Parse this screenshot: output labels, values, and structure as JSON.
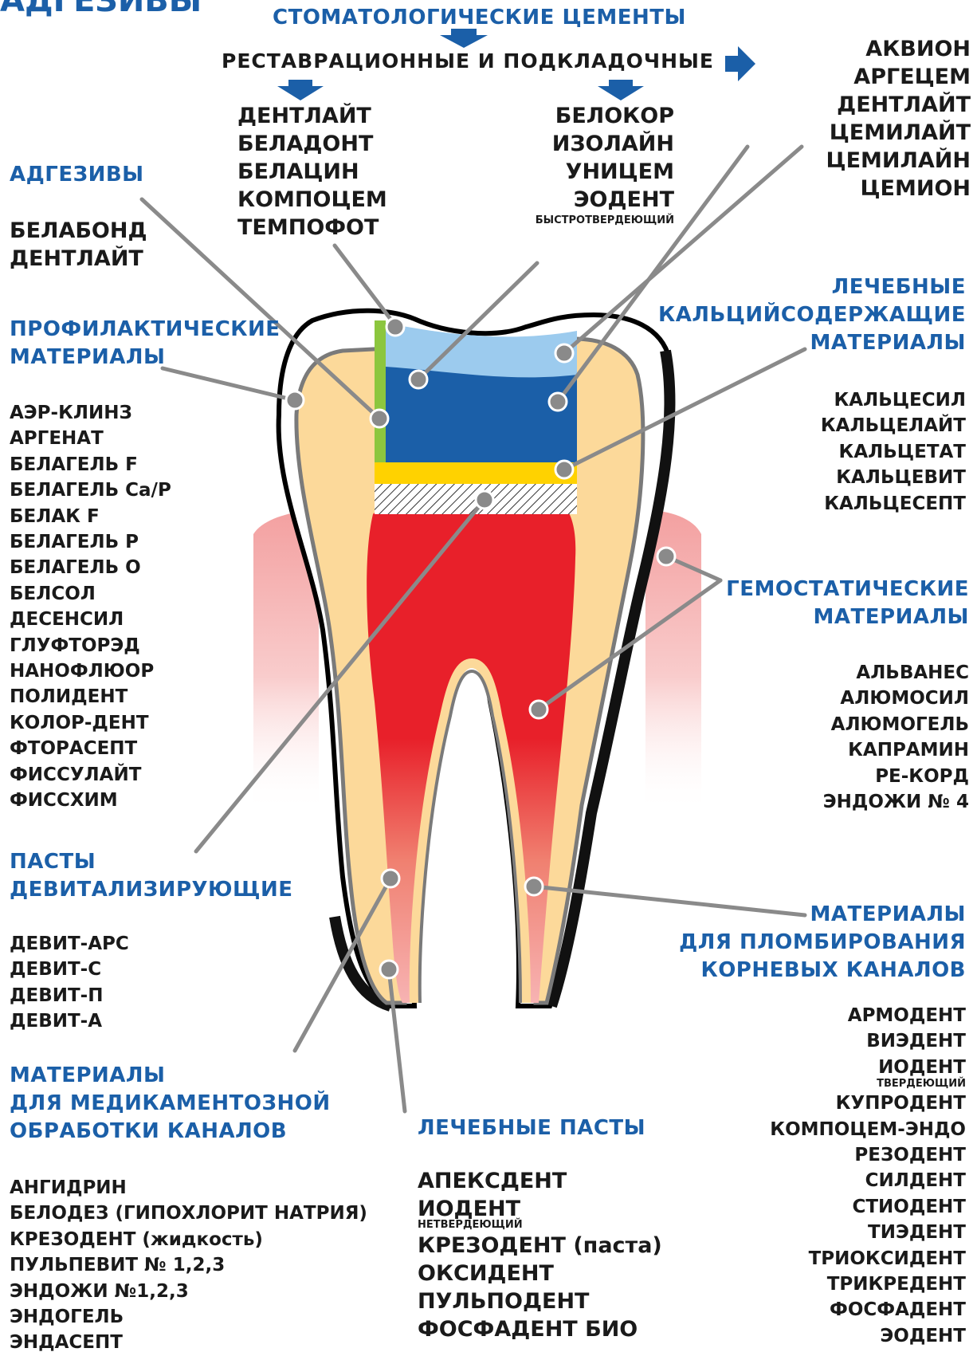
{
  "top_cut_title": "АДГЕЗИВЫ",
  "cements": {
    "title": "СТОМАТОЛОГИЧЕСКИЕ ЦЕМЕНТЫ",
    "subtitle": "РЕСТАВРАЦИОННЫЕ И ПОДКЛАДОЧНЫЕ",
    "left_items": [
      "ДЕНТЛАЙТ",
      "БЕЛАДОНТ",
      "БЕЛАЦИН",
      "КОМПОЦЕМ",
      "ТЕМПОФОТ"
    ],
    "middle_items": [
      "БЕЛОКОР",
      "ИЗОЛАЙН",
      "УНИЦЕМ",
      "ЭОДЕНТ"
    ],
    "middle_note": "БЫСТРОТВЕРДЕЮЩИЙ",
    "right_items": [
      "АКВИОН",
      "АРГЕЦЕМ",
      "ДЕНТЛАЙТ",
      "ЦЕМИЛАЙТ",
      "ЦЕМИЛАЙН",
      "ЦЕМИОН"
    ]
  },
  "adhesives": {
    "title": "АДГЕЗИВЫ",
    "items": [
      "БЕЛАБОНД",
      "ДЕНТЛАЙТ"
    ]
  },
  "prophylactic": {
    "title": [
      "ПРОФИЛАКТИЧЕСКИЕ",
      "МАТЕРИАЛЫ"
    ],
    "items": [
      "АЭР-КЛИНЗ",
      "АРГЕНАТ",
      "БЕЛАГЕЛЬ F",
      "БЕЛАГЕЛЬ Ca/P",
      "БЕЛАК F",
      "БЕЛАГЕЛЬ Р",
      "БЕЛАГЕЛЬ О",
      "БЕЛСОЛ",
      "ДЕСЕНСИЛ",
      "ГЛУФТОРЭД",
      "НАНОФЛЮОР",
      "ПОЛИДЕНТ",
      "КОЛОР-ДЕНТ",
      "ФТОРАСЕПТ",
      "ФИССУЛАЙТ",
      "ФИССХИМ"
    ]
  },
  "devitalizing": {
    "title": [
      "ПАСТЫ",
      "ДЕВИТАЛИЗИРУЮЩИЕ"
    ],
    "items": [
      "ДЕВИТ-АРС",
      "ДЕВИТ-С",
      "ДЕВИТ-П",
      "ДЕВИТ-А"
    ]
  },
  "medicamentous": {
    "title": [
      "МАТЕРИАЛЫ",
      "ДЛЯ МЕДИКАМЕНТОЗНОЙ",
      "ОБРАБОТКИ КАНАЛОВ"
    ],
    "items": [
      "АНГИДРИН",
      "БЕЛОДЕЗ (ГИПОХЛОРИТ НАТРИЯ)",
      "КРЕЗОДЕНТ (жидкость)",
      "ПУЛЬПЕВИТ № 1,2,3",
      "ЭНДОЖИ №1,2,3",
      "ЭНДОГЕЛЬ",
      "ЭНДАСЕПТ"
    ]
  },
  "therapeutic_pastes": {
    "title": "ЛЕЧЕБНЫЕ ПАСТЫ",
    "item1": "АПЕКСДЕНТ",
    "item2": "ИОДЕНТ",
    "item2_note": "НЕТВЕРДЕЮЩИЙ",
    "items_rest": [
      "КРЕЗОДЕНТ (паста)",
      "ОКСИДЕНТ",
      "ПУЛЬПОДЕНТ",
      "ФОСФАДЕНТ БИО"
    ]
  },
  "calcium": {
    "title": [
      "ЛЕЧЕБНЫЕ",
      "КАЛЬЦИЙСОДЕРЖАЩИЕ",
      "МАТЕРИАЛЫ"
    ],
    "items": [
      "КАЛЬЦЕСИЛ",
      "КАЛЬЦЕЛАЙТ",
      "КАЛЬЦЕТАТ",
      "КАЛЬЦЕВИТ",
      "КАЛЬЦЕСЕПТ"
    ]
  },
  "hemostatic": {
    "title": [
      "ГЕМОСТАТИЧЕСКИЕ",
      "МАТЕРИАЛЫ"
    ],
    "items": [
      "АЛЬВАНЕС",
      "АЛЮМОСИЛ",
      "АЛЮМОГЕЛЬ",
      "КАПРАМИН",
      "РЕ-КОРД",
      "ЭНДОЖИ № 4"
    ]
  },
  "root_filling": {
    "title": [
      "МАТЕРИАЛЫ",
      "ДЛЯ ПЛОМБИРОВАНИЯ",
      "КОРНЕВЫХ КАНАЛОВ"
    ],
    "items_a": [
      "АРМОДЕНТ",
      "ВИЭДЕНТ",
      "ИОДЕНТ"
    ],
    "note": "ТВЕРДЕЮЩИЙ",
    "items_b": [
      "КУПРОДЕНТ",
      "КОМПОЦЕМ-ЭНДО",
      "РЕЗОДЕНТ",
      "СИЛДЕНТ",
      "СТИОДЕНТ",
      "ТИЭДЕНТ",
      "ТРИОКСИДЕНТ",
      "ТРИКРЕДЕНТ",
      "ФОСФАДЕНТ",
      "ЭОДЕНТ"
    ]
  },
  "colors": {
    "heading_blue": "#1b5fa8",
    "enamel": "#ffffff",
    "dentin": "#fcd99a",
    "pulp_red": "#e8202a",
    "filling_dark_blue": "#1b5fa8",
    "filling_light_blue": "#9ccbee",
    "liner_yellow": "#ffd200",
    "adhesive_green": "#8cc63e",
    "gum_pink": "#f3a0a0",
    "leader_gray": "#8a8a8a"
  }
}
